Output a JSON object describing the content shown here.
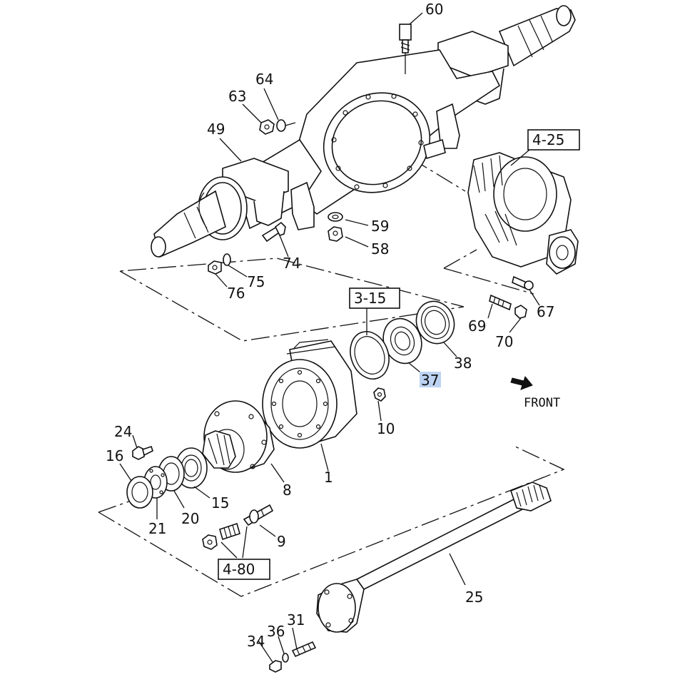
{
  "callouts": {
    "c60": "60",
    "c64": "64",
    "c63": "63",
    "c49": "49",
    "c59": "59",
    "c58": "58",
    "c74": "74",
    "c75": "75",
    "c76": "76",
    "c67": "67",
    "c69": "69",
    "c70": "70",
    "c38": "38",
    "c37": "37",
    "c10": "10",
    "c1": "1",
    "c8": "8",
    "c24": "24",
    "c16": "16",
    "c15": "15",
    "c20": "20",
    "c21": "21",
    "c9": "9",
    "c25": "25",
    "c34": "34",
    "c36": "36",
    "c31": "31"
  },
  "refs": {
    "r425": "4-25",
    "r315": "3-15",
    "r480": "4-80"
  },
  "front_label": "FRONT",
  "highlighted_part": "37"
}
